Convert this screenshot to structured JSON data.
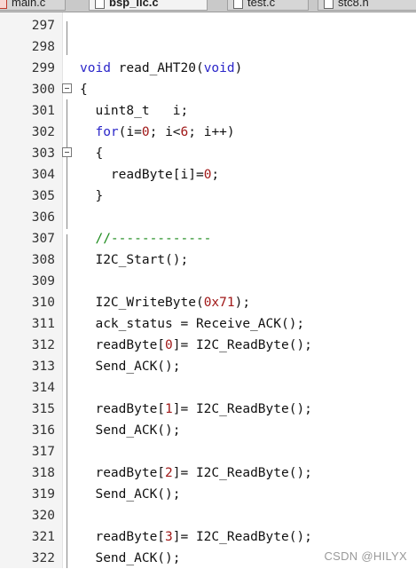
{
  "tabs": [
    {
      "label": "main.c",
      "icon": "c-file-icon",
      "active": false
    },
    {
      "label": "bsp_iic.c",
      "icon": "c-file-icon",
      "active": true
    },
    {
      "label": "test.c",
      "icon": "c-file-icon",
      "active": false
    },
    {
      "label": "stc8.h",
      "icon": "h-file-icon",
      "active": false
    }
  ],
  "lines": [
    {
      "n": "297",
      "tokens": []
    },
    {
      "n": "298",
      "tokens": []
    },
    {
      "n": "299",
      "tokens": [
        {
          "t": "void",
          "c": "kw"
        },
        {
          "t": " read_AHT20(",
          "c": ""
        },
        {
          "t": "void",
          "c": "kw"
        },
        {
          "t": ")",
          "c": ""
        }
      ]
    },
    {
      "n": "300",
      "fold": true,
      "tokens": [
        {
          "t": "{",
          "c": ""
        }
      ]
    },
    {
      "n": "301",
      "tokens": [
        {
          "t": "  uint8_t   i;",
          "c": ""
        }
      ]
    },
    {
      "n": "302",
      "tokens": [
        {
          "t": "  ",
          "c": ""
        },
        {
          "t": "for",
          "c": "kw"
        },
        {
          "t": "(i=",
          "c": ""
        },
        {
          "t": "0",
          "c": "num"
        },
        {
          "t": "; i<",
          "c": ""
        },
        {
          "t": "6",
          "c": "num"
        },
        {
          "t": "; i++)",
          "c": ""
        }
      ]
    },
    {
      "n": "303",
      "fold": true,
      "tokens": [
        {
          "t": "  {",
          "c": ""
        }
      ]
    },
    {
      "n": "304",
      "tokens": [
        {
          "t": "    readByte[i]=",
          "c": ""
        },
        {
          "t": "0",
          "c": "num"
        },
        {
          "t": ";",
          "c": ""
        }
      ]
    },
    {
      "n": "305",
      "tokens": [
        {
          "t": "  }",
          "c": ""
        }
      ]
    },
    {
      "n": "306",
      "tokens": []
    },
    {
      "n": "307",
      "tokens": [
        {
          "t": "  ",
          "c": ""
        },
        {
          "t": "//-------------",
          "c": "cmt"
        }
      ]
    },
    {
      "n": "308",
      "tokens": [
        {
          "t": "  I2C_Start();",
          "c": ""
        }
      ]
    },
    {
      "n": "309",
      "tokens": []
    },
    {
      "n": "310",
      "tokens": [
        {
          "t": "  I2C_WriteByte(",
          "c": ""
        },
        {
          "t": "0x71",
          "c": "num"
        },
        {
          "t": ");",
          "c": ""
        }
      ]
    },
    {
      "n": "311",
      "tokens": [
        {
          "t": "  ack_status = Receive_ACK();",
          "c": ""
        }
      ]
    },
    {
      "n": "312",
      "tokens": [
        {
          "t": "  readByte[",
          "c": ""
        },
        {
          "t": "0",
          "c": "num"
        },
        {
          "t": "]= I2C_ReadByte();",
          "c": ""
        }
      ]
    },
    {
      "n": "313",
      "tokens": [
        {
          "t": "  Send_ACK();",
          "c": ""
        }
      ]
    },
    {
      "n": "314",
      "tokens": []
    },
    {
      "n": "315",
      "tokens": [
        {
          "t": "  readByte[",
          "c": ""
        },
        {
          "t": "1",
          "c": "num"
        },
        {
          "t": "]= I2C_ReadByte();",
          "c": ""
        }
      ]
    },
    {
      "n": "316",
      "tokens": [
        {
          "t": "  Send_ACK();",
          "c": ""
        }
      ]
    },
    {
      "n": "317",
      "tokens": []
    },
    {
      "n": "318",
      "tokens": [
        {
          "t": "  readByte[",
          "c": ""
        },
        {
          "t": "2",
          "c": "num"
        },
        {
          "t": "]= I2C_ReadByte();",
          "c": ""
        }
      ]
    },
    {
      "n": "319",
      "tokens": [
        {
          "t": "  Send_ACK();",
          "c": ""
        }
      ]
    },
    {
      "n": "320",
      "tokens": []
    },
    {
      "n": "321",
      "tokens": [
        {
          "t": "  readByte[",
          "c": ""
        },
        {
          "t": "3",
          "c": "num"
        },
        {
          "t": "]= I2C_ReadByte();",
          "c": ""
        }
      ]
    },
    {
      "n": "322",
      "tokens": [
        {
          "t": "  Send_ACK();",
          "c": ""
        }
      ]
    }
  ],
  "watermark": "CSDN @HILYX",
  "colors": {
    "keyword": "#2b26c9",
    "number": "#a01818",
    "comment": "#1a8a1a",
    "gutter": "#f4f4f4"
  }
}
